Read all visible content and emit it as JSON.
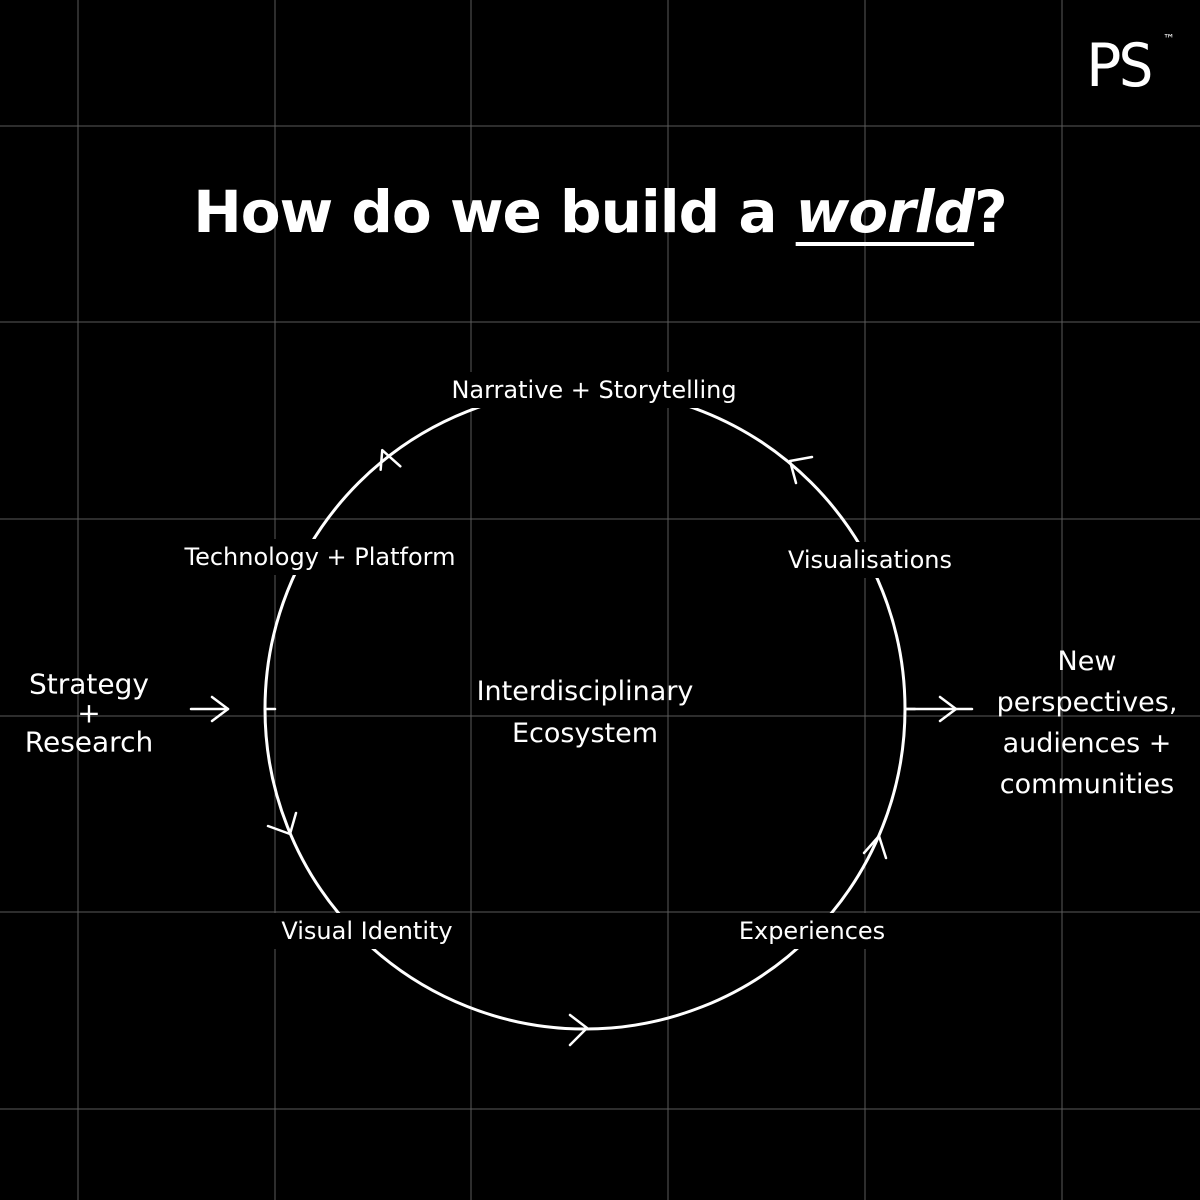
{
  "logo": {
    "text": "PS",
    "trademark": "™"
  },
  "title": {
    "before": "How do we build a ",
    "emphasis": "world",
    "after": "?"
  },
  "center": {
    "lines": [
      "Interdisciplinary",
      "Ecosystem"
    ]
  },
  "input": {
    "lines": [
      "Strategy",
      "+",
      "Research"
    ]
  },
  "output": {
    "lines": [
      "New",
      "perspectives,",
      "audiences +",
      "communities"
    ]
  },
  "nodes": {
    "narrative": "Narrative + Storytelling",
    "technology": "Technology + Platform",
    "visualisations": "Visualisations",
    "visual_identity": "Visual Identity",
    "experiences": "Experiences"
  },
  "colors": {
    "background": "#000000",
    "foreground": "#ffffff",
    "grid": "#5a5a5a"
  }
}
